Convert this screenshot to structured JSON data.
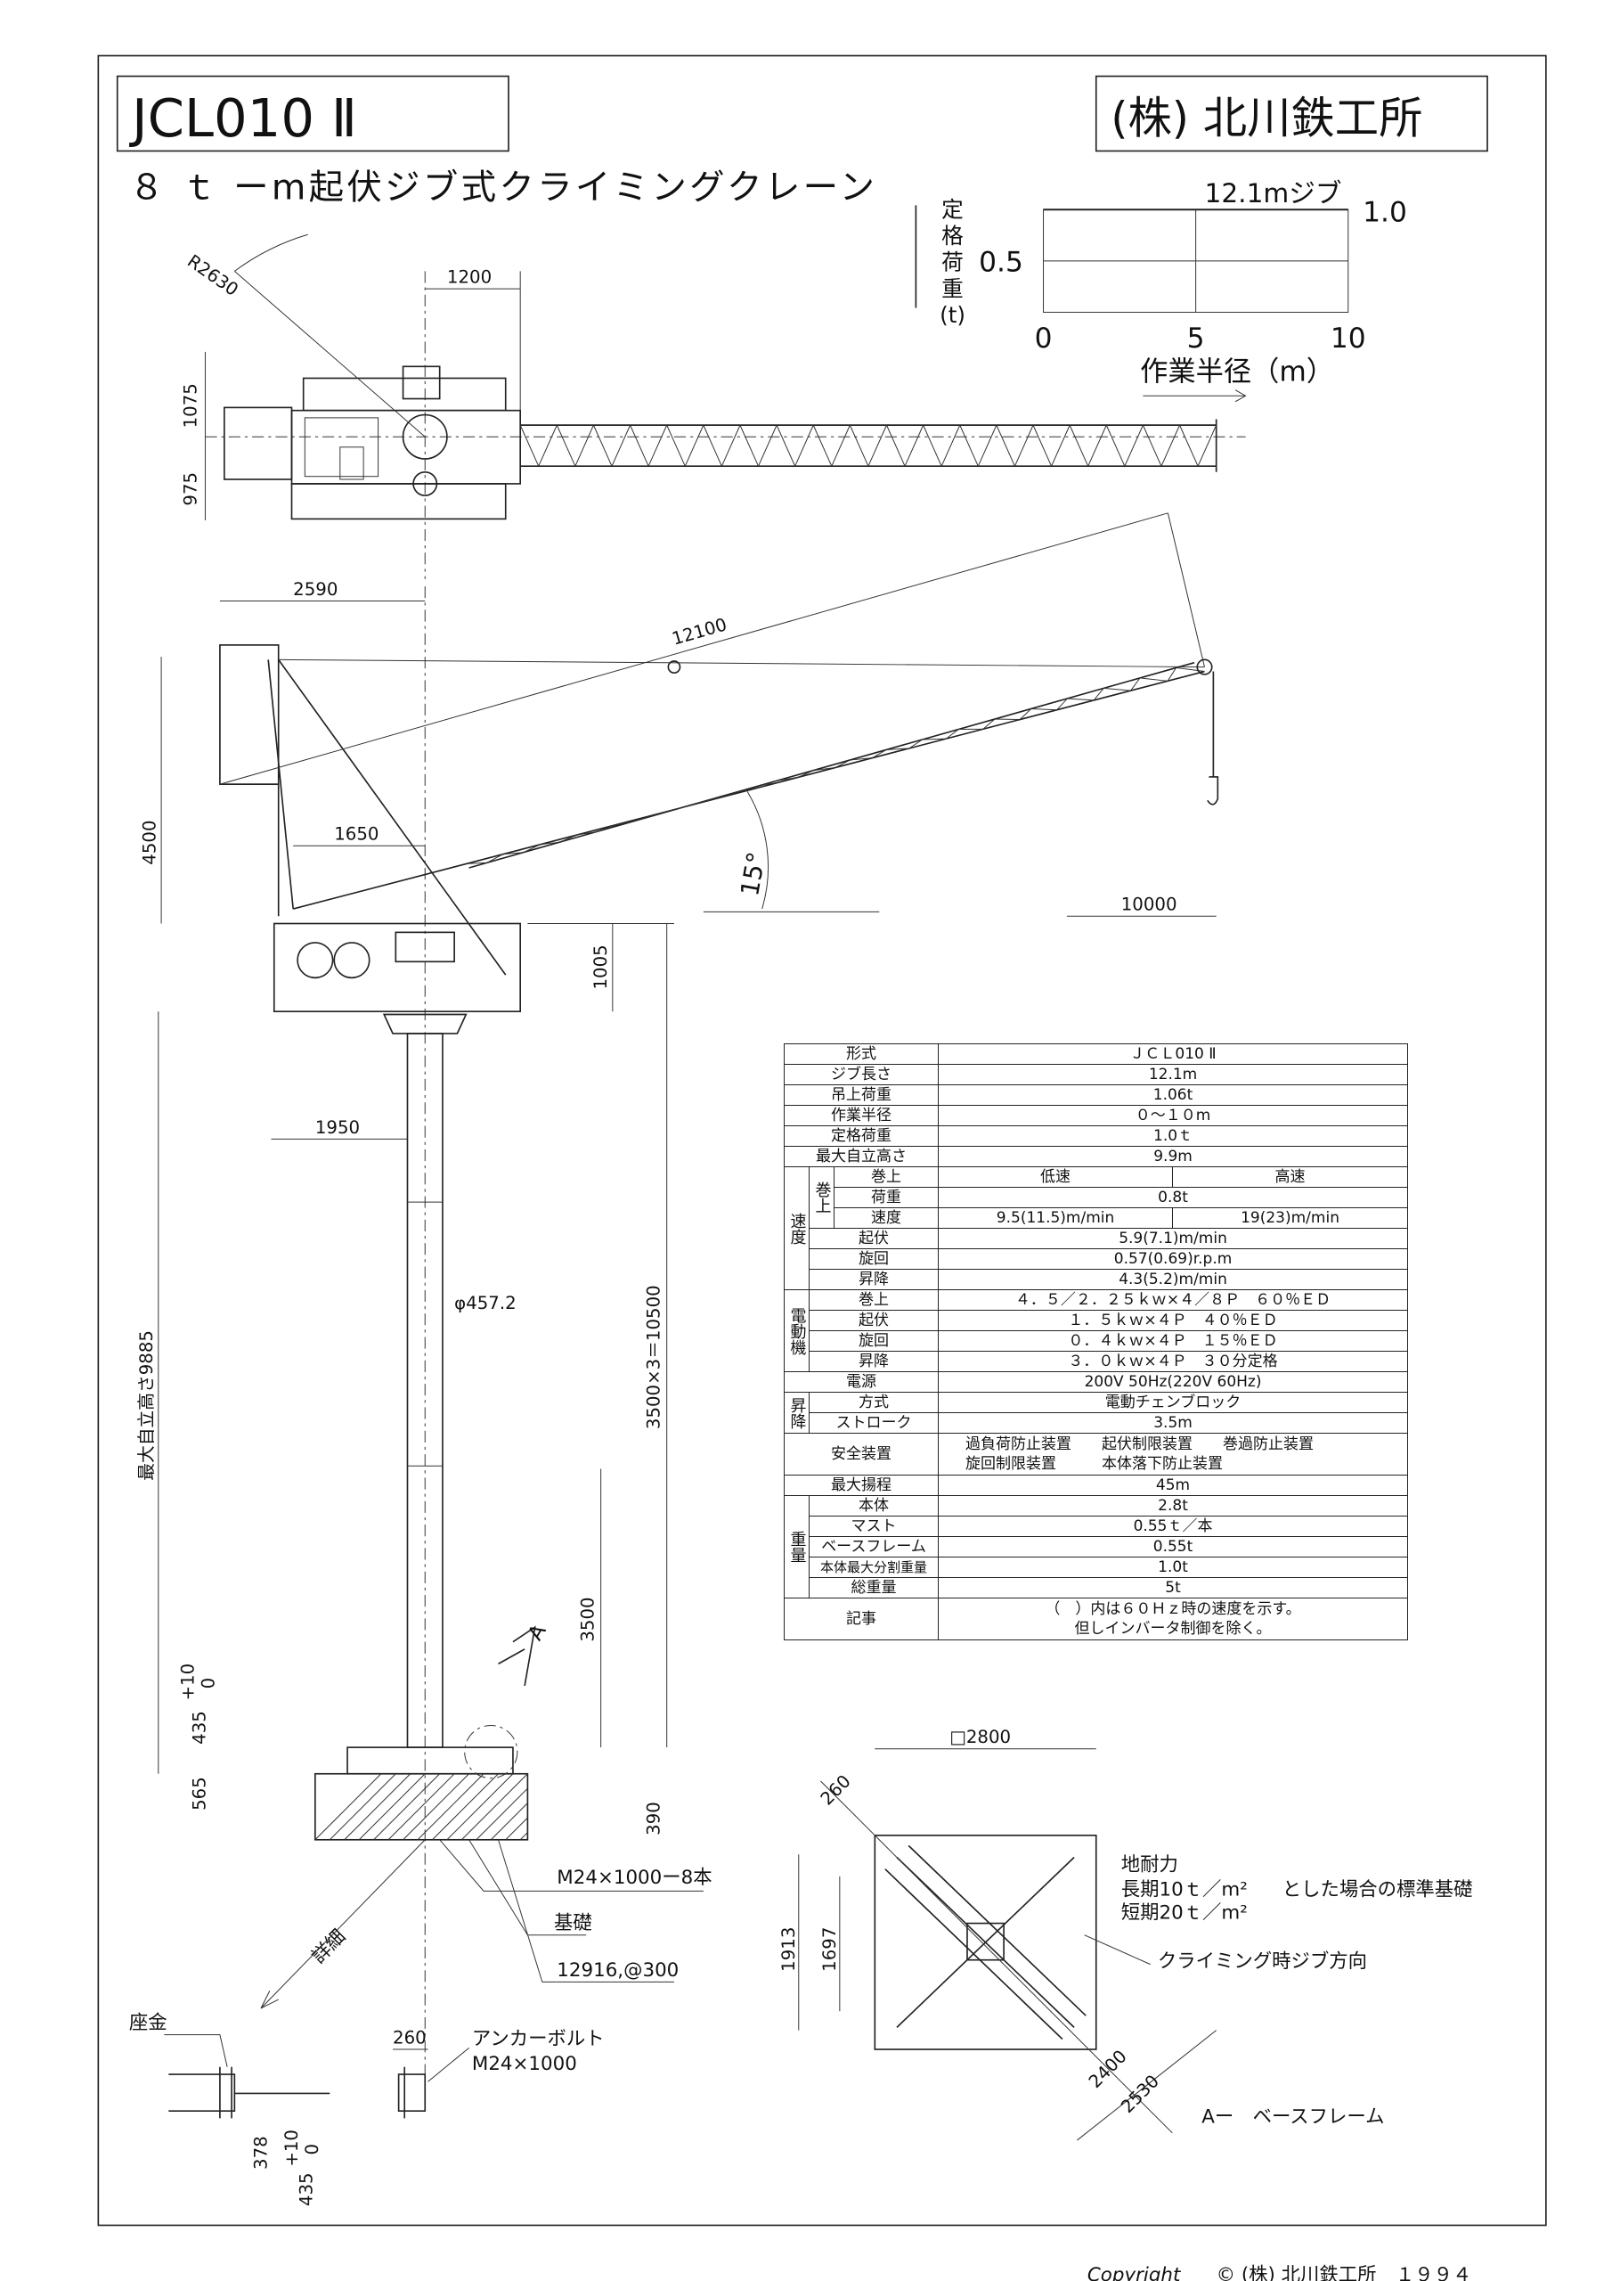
{
  "header": {
    "model": "JCL010 Ⅱ",
    "company": "(株) 北川鉄工所",
    "subtitle": "８ ｔ ーm起伏ジブ式クライミングクレーン"
  },
  "chart_data": {
    "type": "line",
    "title": "12.1mジブ",
    "ylabel_chars": [
      "定",
      "格",
      "荷",
      "重",
      "(t)"
    ],
    "xlabel": "作業半径（m）",
    "x_ticks": [
      "0",
      "5",
      "10"
    ],
    "y_ticks": [
      "0.5",
      "1.0"
    ],
    "xlim": [
      0,
      10
    ],
    "ylim": [
      0,
      1.0
    ],
    "series": [
      {
        "name": "12.1mジブ",
        "x": [
          0,
          10
        ],
        "y": [
          1.0,
          1.0
        ]
      }
    ]
  },
  "plan_view": {
    "r": "R2630",
    "d1200": "1200",
    "d1075": "1075",
    "d975": "975"
  },
  "side_view": {
    "d2590": "2590",
    "d12100": "12100",
    "d4500": "4500",
    "d1650": "1650",
    "angle": "15°",
    "d10000": "10000",
    "d1005": "1005",
    "d1950": "1950",
    "mast_dia": "φ457.2",
    "mast_total": "3500×3＝10500",
    "max_height": "最大自立高さ9885",
    "d3500": "3500",
    "tol": "+10",
    "tol0": "0",
    "d435": "435",
    "d565": "565",
    "d390": "390",
    "section_a": "A",
    "anchor_note": "M24×1000ー8本",
    "foundation": "基礎",
    "rebar": "12916,@300",
    "detail": "詳細"
  },
  "detail_view": {
    "washer": "座金",
    "d260": "260",
    "anchor_label": "アンカーボルト",
    "anchor_spec": "M24×1000",
    "d378": "378",
    "tol": "+10",
    "tol0": "0",
    "d435": "435"
  },
  "base_frame": {
    "size": "□2800",
    "d260": "260",
    "d1913": "1913",
    "d1697": "1697",
    "d2400": "2400",
    "d2530": "2530",
    "bearing_title": "地耐力",
    "long_term": "長期10ｔ／m²",
    "short_term": "短期20ｔ／m²",
    "bearing_note": "とした場合の標準基礎",
    "jib_dir": "クライミング時ジブ方向",
    "caption": "Aー　ベースフレーム"
  },
  "spec": {
    "model_l": "形式",
    "model_v": "ＪＣＬ010 Ⅱ",
    "jib_l": "ジブ長さ",
    "jib_v": "12.1m",
    "lift_l": "吊上荷重",
    "lift_v": "1.06t",
    "radius_l": "作業半径",
    "radius_v": "０～１０m",
    "rated_l": "定格荷重",
    "rated_v": "1.0ｔ",
    "height_l": "最大自立高さ",
    "height_v": "9.9m",
    "speed_group": "速度",
    "hoist_group": "巻上",
    "hoist_l": "巻上",
    "low": "低速",
    "high": "高速",
    "load_l": "荷重",
    "load_v": "0.8t",
    "hspeed_l": "速度",
    "hspeed_low": "9.5(11.5)m/min",
    "hspeed_high": "19(23)m/min",
    "luff_l": "起伏",
    "luff_v": "5.9(7.1)m/min",
    "slew_l": "旋回",
    "slew_v": "0.57(0.69)r.p.m",
    "climb_l": "昇降",
    "climb_v": "4.3(5.2)m/min",
    "motor_group": "電動機",
    "m_hoist_l": "巻上",
    "m_hoist_v": "４．５／２．２５ｋｗ×４／８Ｐ　６０％ＥＤ",
    "m_luff_l": "起伏",
    "m_luff_v": "１．５ｋｗ×４Ｐ　４０％ＥＤ",
    "m_slew_l": "旋回",
    "m_slew_v": "０．４ｋｗ×４Ｐ　１５％ＥＤ",
    "m_climb_l": "昇降",
    "m_climb_v": "３．０ｋｗ×４Ｐ　３０分定格",
    "power_l": "電源",
    "power_v": "200V 50Hz(220V 60Hz)",
    "climbing_group": "昇降",
    "method_l": "方式",
    "method_v": "電動チェンブロック",
    "stroke_l": "ストローク",
    "stroke_v": "3.5m",
    "safety_l": "安全装置",
    "safety_line1": "過負荷防止装置　　起伏制限装置　　巻過防止装置",
    "safety_line2": "旋回制限装置　　　本体落下防止装置",
    "lift_height_l": "最大揚程",
    "lift_height_v": "45m",
    "weight_group": "重量",
    "body_l": "本体",
    "body_v": "2.8t",
    "mast_l": "マスト",
    "mast_v": "0.55ｔ／本",
    "base_l": "ベースフレーム",
    "base_v": "0.55t",
    "split_l": "本体最大分割重量",
    "split_v": "1.0t",
    "total_l": "総重量",
    "total_v": "5t",
    "note_l": "記事",
    "note_line1": "（　）内は６０Ｈｚ時の速度を示す。",
    "note_line2": "但しインバータ制御を除く。"
  },
  "footer": {
    "copyright": "Copyright",
    "owner": "© (株) 北川鉄工所　１９９４"
  }
}
